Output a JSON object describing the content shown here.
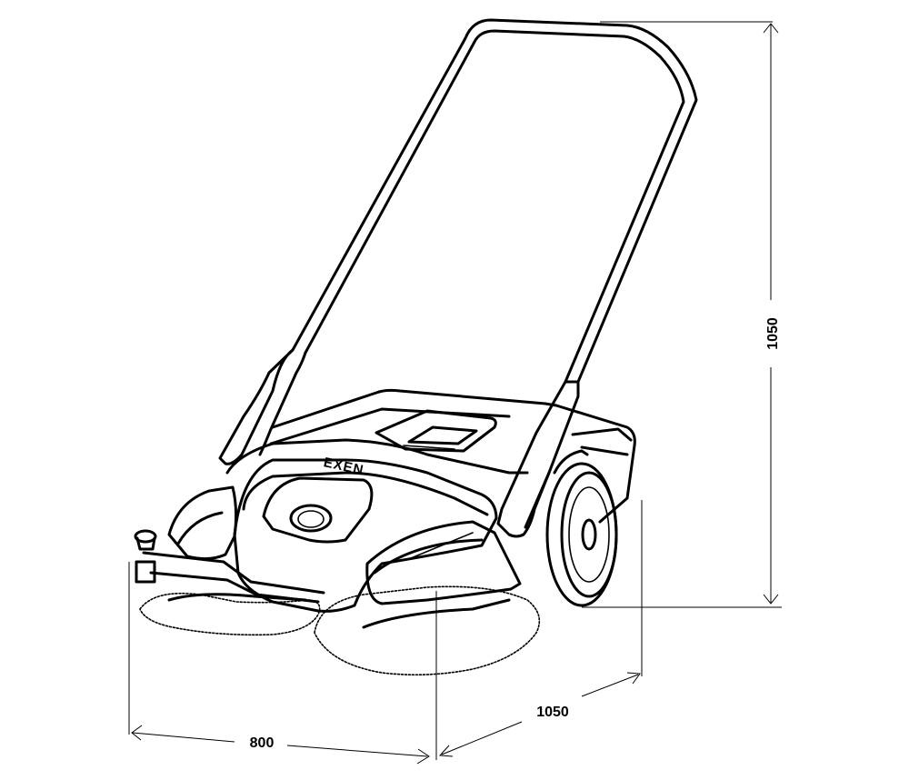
{
  "product": {
    "brand": "EXEN"
  },
  "dimensions": {
    "height": "1050",
    "depth": "1050",
    "width": "800"
  }
}
